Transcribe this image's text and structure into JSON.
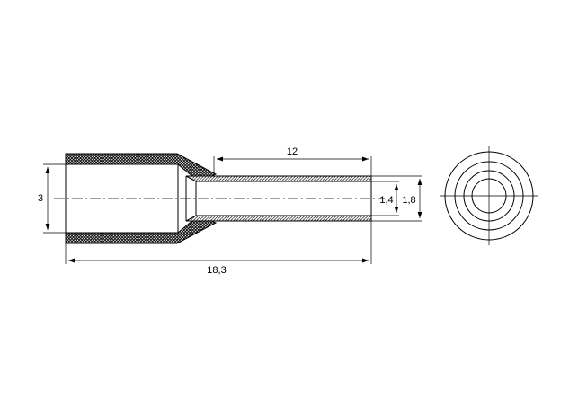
{
  "drawing": {
    "line_color": "#000000",
    "background_color": "#ffffff",
    "hatch_pattern": "crosshatch",
    "dimensions": {
      "overall_diameter": "3",
      "tube_length": "12",
      "inner_diameter": "1,4",
      "outer_diameter": "1,8",
      "overall_length": "18,3"
    }
  }
}
